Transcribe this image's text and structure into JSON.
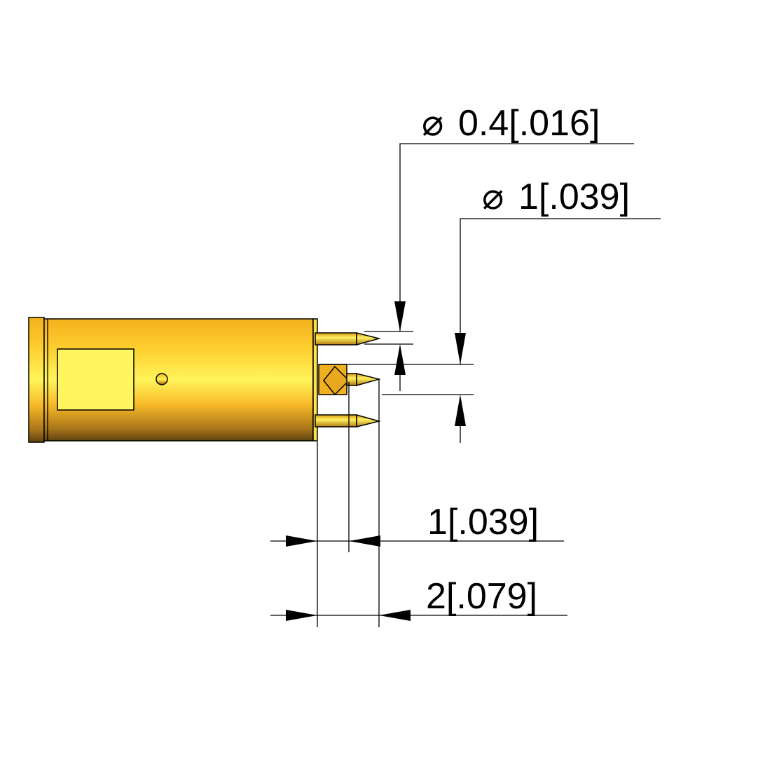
{
  "drawing": {
    "dimensions": [
      {
        "id": "pin-diameter",
        "symbol": "⌀",
        "text": "0.4[.016]"
      },
      {
        "id": "pin-base-diameter",
        "symbol": "⌀",
        "text": "1[.039]"
      },
      {
        "id": "pin-shoulder-length",
        "text": "1[.039]"
      },
      {
        "id": "pin-total-length",
        "text": "2[.079]"
      }
    ],
    "colors": {
      "body": "#FFC020",
      "highlight": "#FFF45A",
      "label_pad": "#FFF55E",
      "shadow": "#6B4A10"
    }
  }
}
